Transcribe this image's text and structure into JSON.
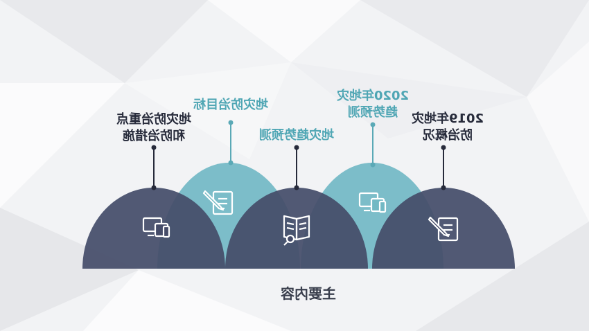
{
  "items": [
    {
      "label_line1": "地灾防治重点",
      "label_line2": "和防治措施",
      "icon": "devices-icon",
      "color": "#454c69"
    },
    {
      "label_line1": "地灾防治目标",
      "label_line2": "",
      "icon": "edit-document-icon",
      "color": "#72b9c4"
    },
    {
      "label_line1": "地灾趋势预测",
      "label_line2": "",
      "icon": "book-search-icon",
      "color": "#454c69"
    },
    {
      "label_line1": "2020年地灾",
      "label_line2": "趋势预测",
      "icon": "devices-icon",
      "color": "#72b9c4"
    },
    {
      "label_line1": "2019年地灾",
      "label_line2": "防治概况",
      "icon": "edit-document-icon",
      "color": "#454c69"
    }
  ],
  "title": "主要内容"
}
